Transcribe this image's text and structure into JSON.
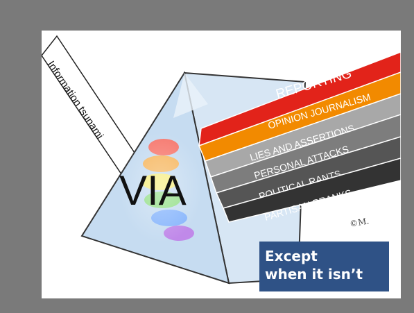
{
  "input_label": "Information tsunami",
  "prism_label": "VIA",
  "beams": [
    {
      "label": "REPORTING",
      "color": "#e2231a"
    },
    {
      "label": "OPINION JOURNALISM",
      "color": "#f28a00"
    },
    {
      "label": "LIES AND ASSERTIONS",
      "color": "#a8a8a8"
    },
    {
      "label": "PERSONAL ATTACKS",
      "color": "#7d7d7d"
    },
    {
      "label": "POLITICAL RANTS",
      "color": "#555555"
    },
    {
      "label": "PARTISAN PRANKS",
      "color": "#333333"
    }
  ],
  "signature": "©M.",
  "callout": {
    "line1": "Except",
    "line2": "when it isn’t",
    "background": "#2f5286"
  }
}
